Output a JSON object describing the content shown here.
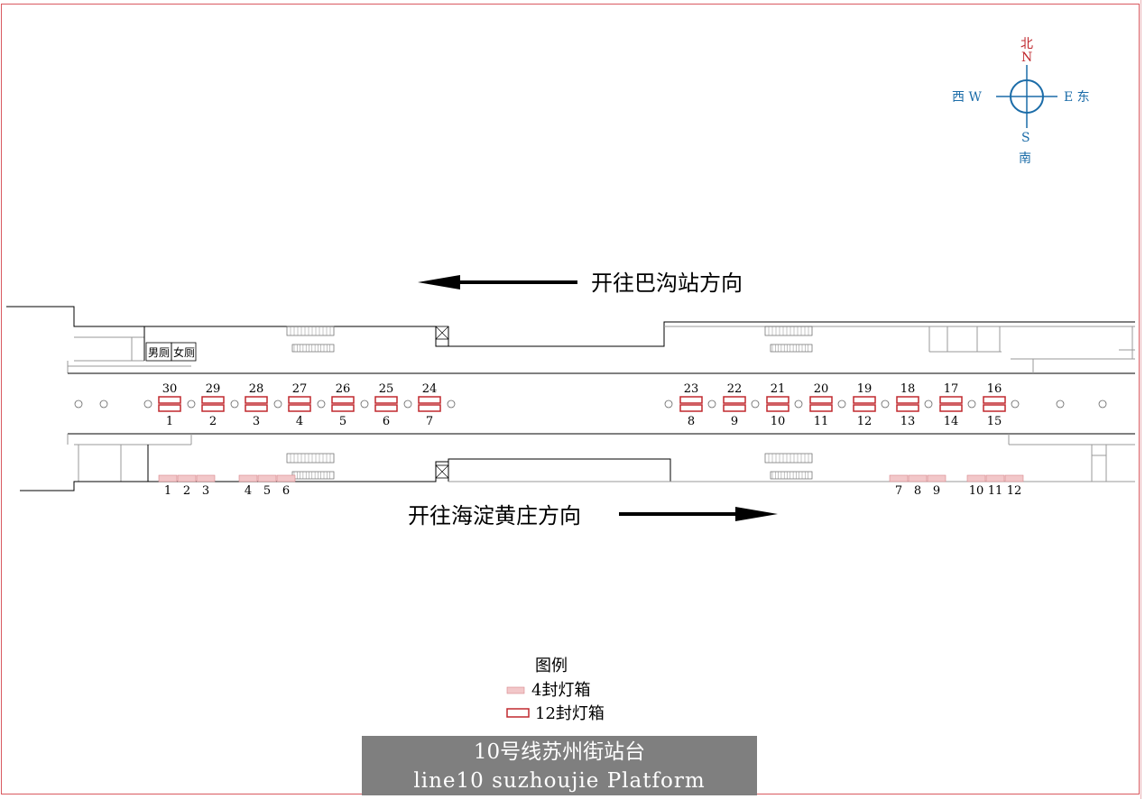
{
  "directions": {
    "west_label": "开往巴沟站方向",
    "east_label": "开往海淀黄庄方向"
  },
  "compass": {
    "north_cn": "北",
    "north": "N",
    "south": "S",
    "south_cn": "南",
    "west": "西 W",
    "east": "E 东"
  },
  "rooms": {
    "mens": "男厕",
    "womens": "女厕"
  },
  "boxes12": {
    "north_numbers": [
      "30",
      "29",
      "28",
      "27",
      "26",
      "25",
      "24",
      "23",
      "22",
      "21",
      "20",
      "19",
      "18",
      "17",
      "16"
    ],
    "south_numbers": [
      "1",
      "2",
      "3",
      "4",
      "5",
      "6",
      "7",
      "8",
      "9",
      "10",
      "11",
      "12",
      "13",
      "14",
      "15"
    ]
  },
  "boxes4": {
    "numbers": [
      "1",
      "2",
      "3",
      "4",
      "5",
      "6",
      "7",
      "8",
      "9",
      "10",
      "11",
      "12"
    ]
  },
  "legend": {
    "title": "图例",
    "item4": "4封灯箱",
    "item12": "12封灯箱"
  },
  "title": {
    "cn": "10号线苏州街站台",
    "en": "line10 suzhoujie Platform"
  },
  "colors": {
    "box": "#c0282e",
    "compass": "#1b6ca8",
    "title_bg": "#7f7f7f"
  }
}
